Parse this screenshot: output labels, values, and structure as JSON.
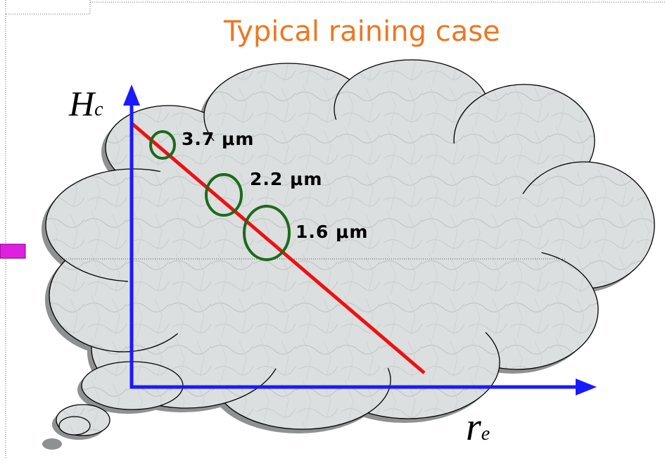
{
  "title": "Typical raining case",
  "axes": {
    "y_label_main": "H",
    "y_label_sub": "c",
    "x_label_main": "r",
    "x_label_sub": "e"
  },
  "annotations": [
    {
      "label": "3.7 μm"
    },
    {
      "label": "2.2 μm"
    },
    {
      "label": "1.6 μm"
    }
  ],
  "colors": {
    "title": "#ee7722",
    "axes": "#1a1aff",
    "line": "#ee1111",
    "circles": "#1a6b1a",
    "cloud_fill": "#d9dcdc",
    "marker": "#e020e0"
  }
}
